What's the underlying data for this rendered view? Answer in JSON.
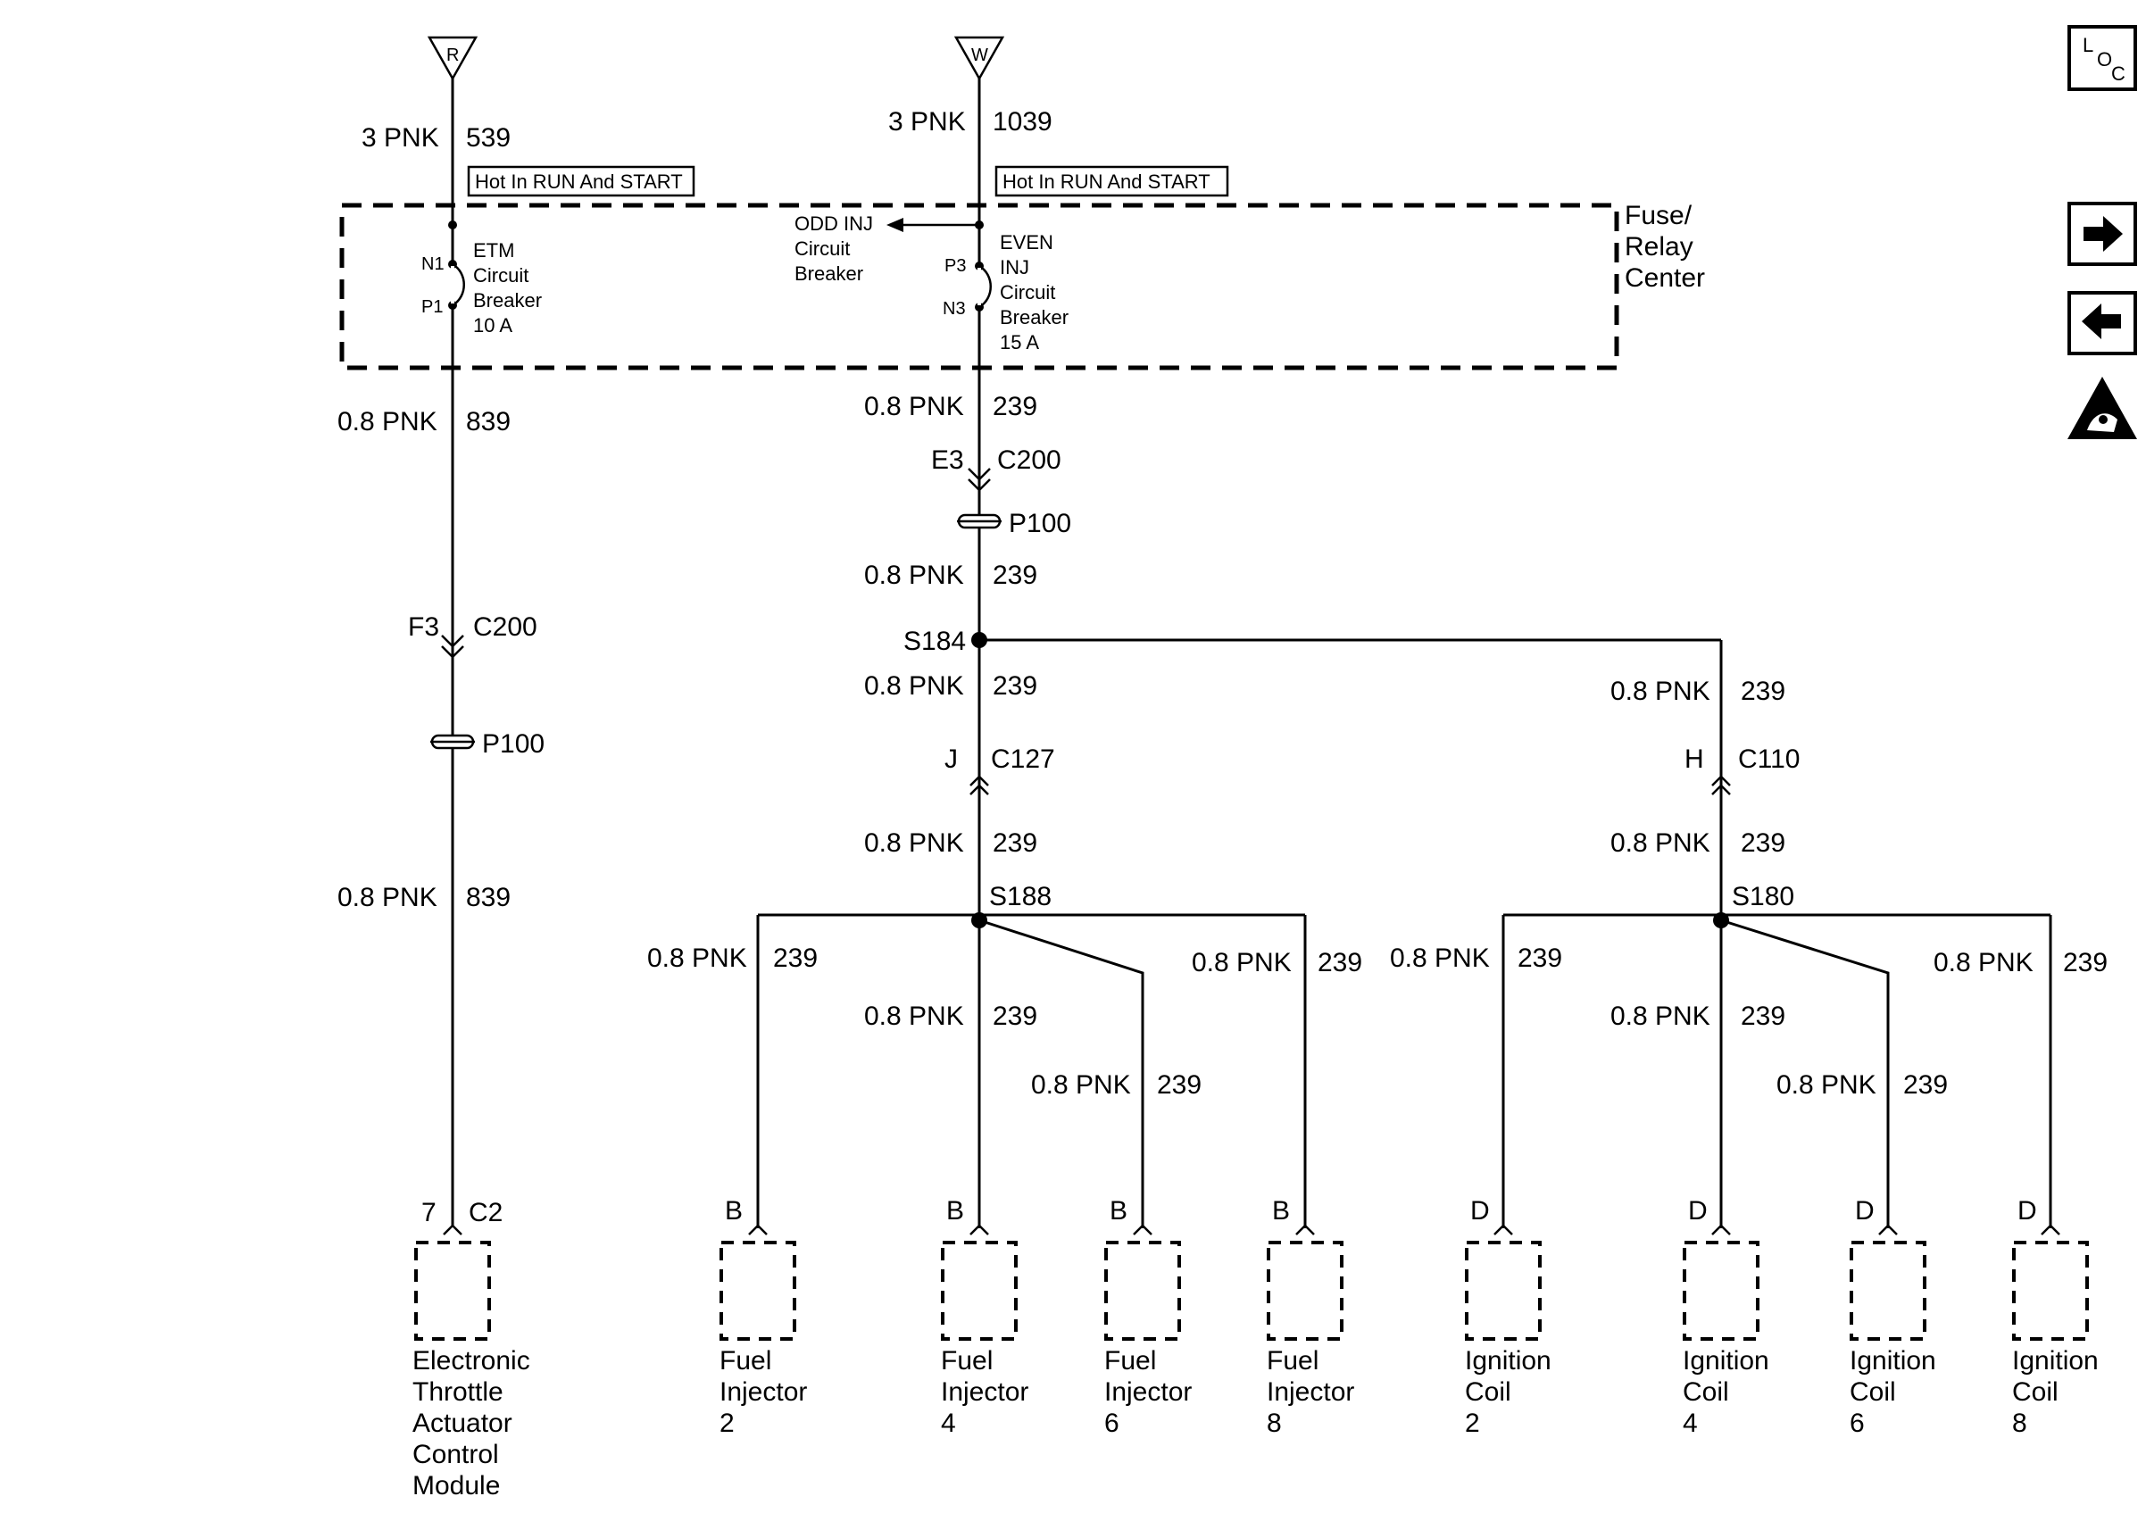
{
  "sources": {
    "r": "R",
    "w": "W"
  },
  "hot_labels": {
    "left": "Hot In RUN And START",
    "right": "Hot In RUN And START"
  },
  "wires": {
    "w539": {
      "size": "3 PNK",
      "num": "539"
    },
    "w1039": {
      "size": "3 PNK",
      "num": "1039"
    },
    "w839a": {
      "size": "0.8 PNK",
      "num": "839"
    },
    "w839b": {
      "size": "0.8 PNK",
      "num": "839"
    },
    "w239a": {
      "size": "0.8 PNK",
      "num": "239"
    },
    "w239b": {
      "size": "0.8 PNK",
      "num": "239"
    },
    "w239c": {
      "size": "0.8 PNK",
      "num": "239"
    },
    "w239d": {
      "size": "0.8 PNK",
      "num": "239"
    },
    "w239e": {
      "size": "0.8 PNK",
      "num": "239"
    },
    "w239f": {
      "size": "0.8 PNK",
      "num": "239"
    },
    "w239_fi2": {
      "size": "0.8 PNK",
      "num": "239"
    },
    "w239_fi4": {
      "size": "0.8 PNK",
      "num": "239"
    },
    "w239_fi6": {
      "size": "0.8 PNK",
      "num": "239"
    },
    "w239_fi8": {
      "size": "0.8 PNK",
      "num": "239"
    },
    "w239_ic2": {
      "size": "0.8 PNK",
      "num": "239"
    },
    "w239_ic4": {
      "size": "0.8 PNK",
      "num": "239"
    },
    "w239_ic6": {
      "size": "0.8 PNK",
      "num": "239"
    },
    "w239_ic8": {
      "size": "0.8 PNK",
      "num": "239"
    }
  },
  "fuse_center": {
    "label_lines": [
      "Fuse/",
      "Relay",
      "Center"
    ],
    "etm": {
      "n": "N1",
      "p": "P1",
      "lines": [
        "ETM",
        "Circuit",
        "Breaker",
        "10 A"
      ]
    },
    "even": {
      "p": "P3",
      "n": "N3",
      "lines": [
        "EVEN",
        "INJ",
        "Circuit",
        "Breaker",
        "15 A"
      ]
    },
    "odd": {
      "lines": [
        "ODD INJ",
        "Circuit",
        "Breaker"
      ]
    }
  },
  "connectors": {
    "e3": {
      "pin": "E3",
      "conn": "C200"
    },
    "f3": {
      "pin": "F3",
      "conn": "C200"
    },
    "j": {
      "pin": "J",
      "conn": "C127"
    },
    "h": {
      "pin": "H",
      "conn": "C110"
    },
    "etac": {
      "pin": "7",
      "conn": "C2"
    }
  },
  "p100_left": "P100",
  "p100_right": "P100",
  "splices": {
    "s184": "S184",
    "s188": "S188",
    "s180": "S180"
  },
  "components": [
    {
      "pin": "B",
      "lines": [
        "Fuel",
        "Injector",
        "2"
      ]
    },
    {
      "pin": "B",
      "lines": [
        "Fuel",
        "Injector",
        "4"
      ]
    },
    {
      "pin": "B",
      "lines": [
        "Fuel",
        "Injector",
        "6"
      ]
    },
    {
      "pin": "B",
      "lines": [
        "Fuel",
        "Injector",
        "8"
      ]
    },
    {
      "pin": "D",
      "lines": [
        "Ignition",
        "Coil",
        "2"
      ]
    },
    {
      "pin": "D",
      "lines": [
        "Ignition",
        "Coil",
        "4"
      ]
    },
    {
      "pin": "D",
      "lines": [
        "Ignition",
        "Coil",
        "6"
      ]
    },
    {
      "pin": "D",
      "lines": [
        "Ignition",
        "Coil",
        "8"
      ]
    }
  ],
  "etac": {
    "lines": [
      "Electronic",
      "Throttle",
      "Actuator",
      "Control",
      "Module"
    ]
  },
  "nav": {
    "loc_icon": "loc-icon",
    "next_icon": "arrow-right-icon",
    "prev_icon": "arrow-left-icon",
    "esd_icon": "esd-warning-icon"
  }
}
